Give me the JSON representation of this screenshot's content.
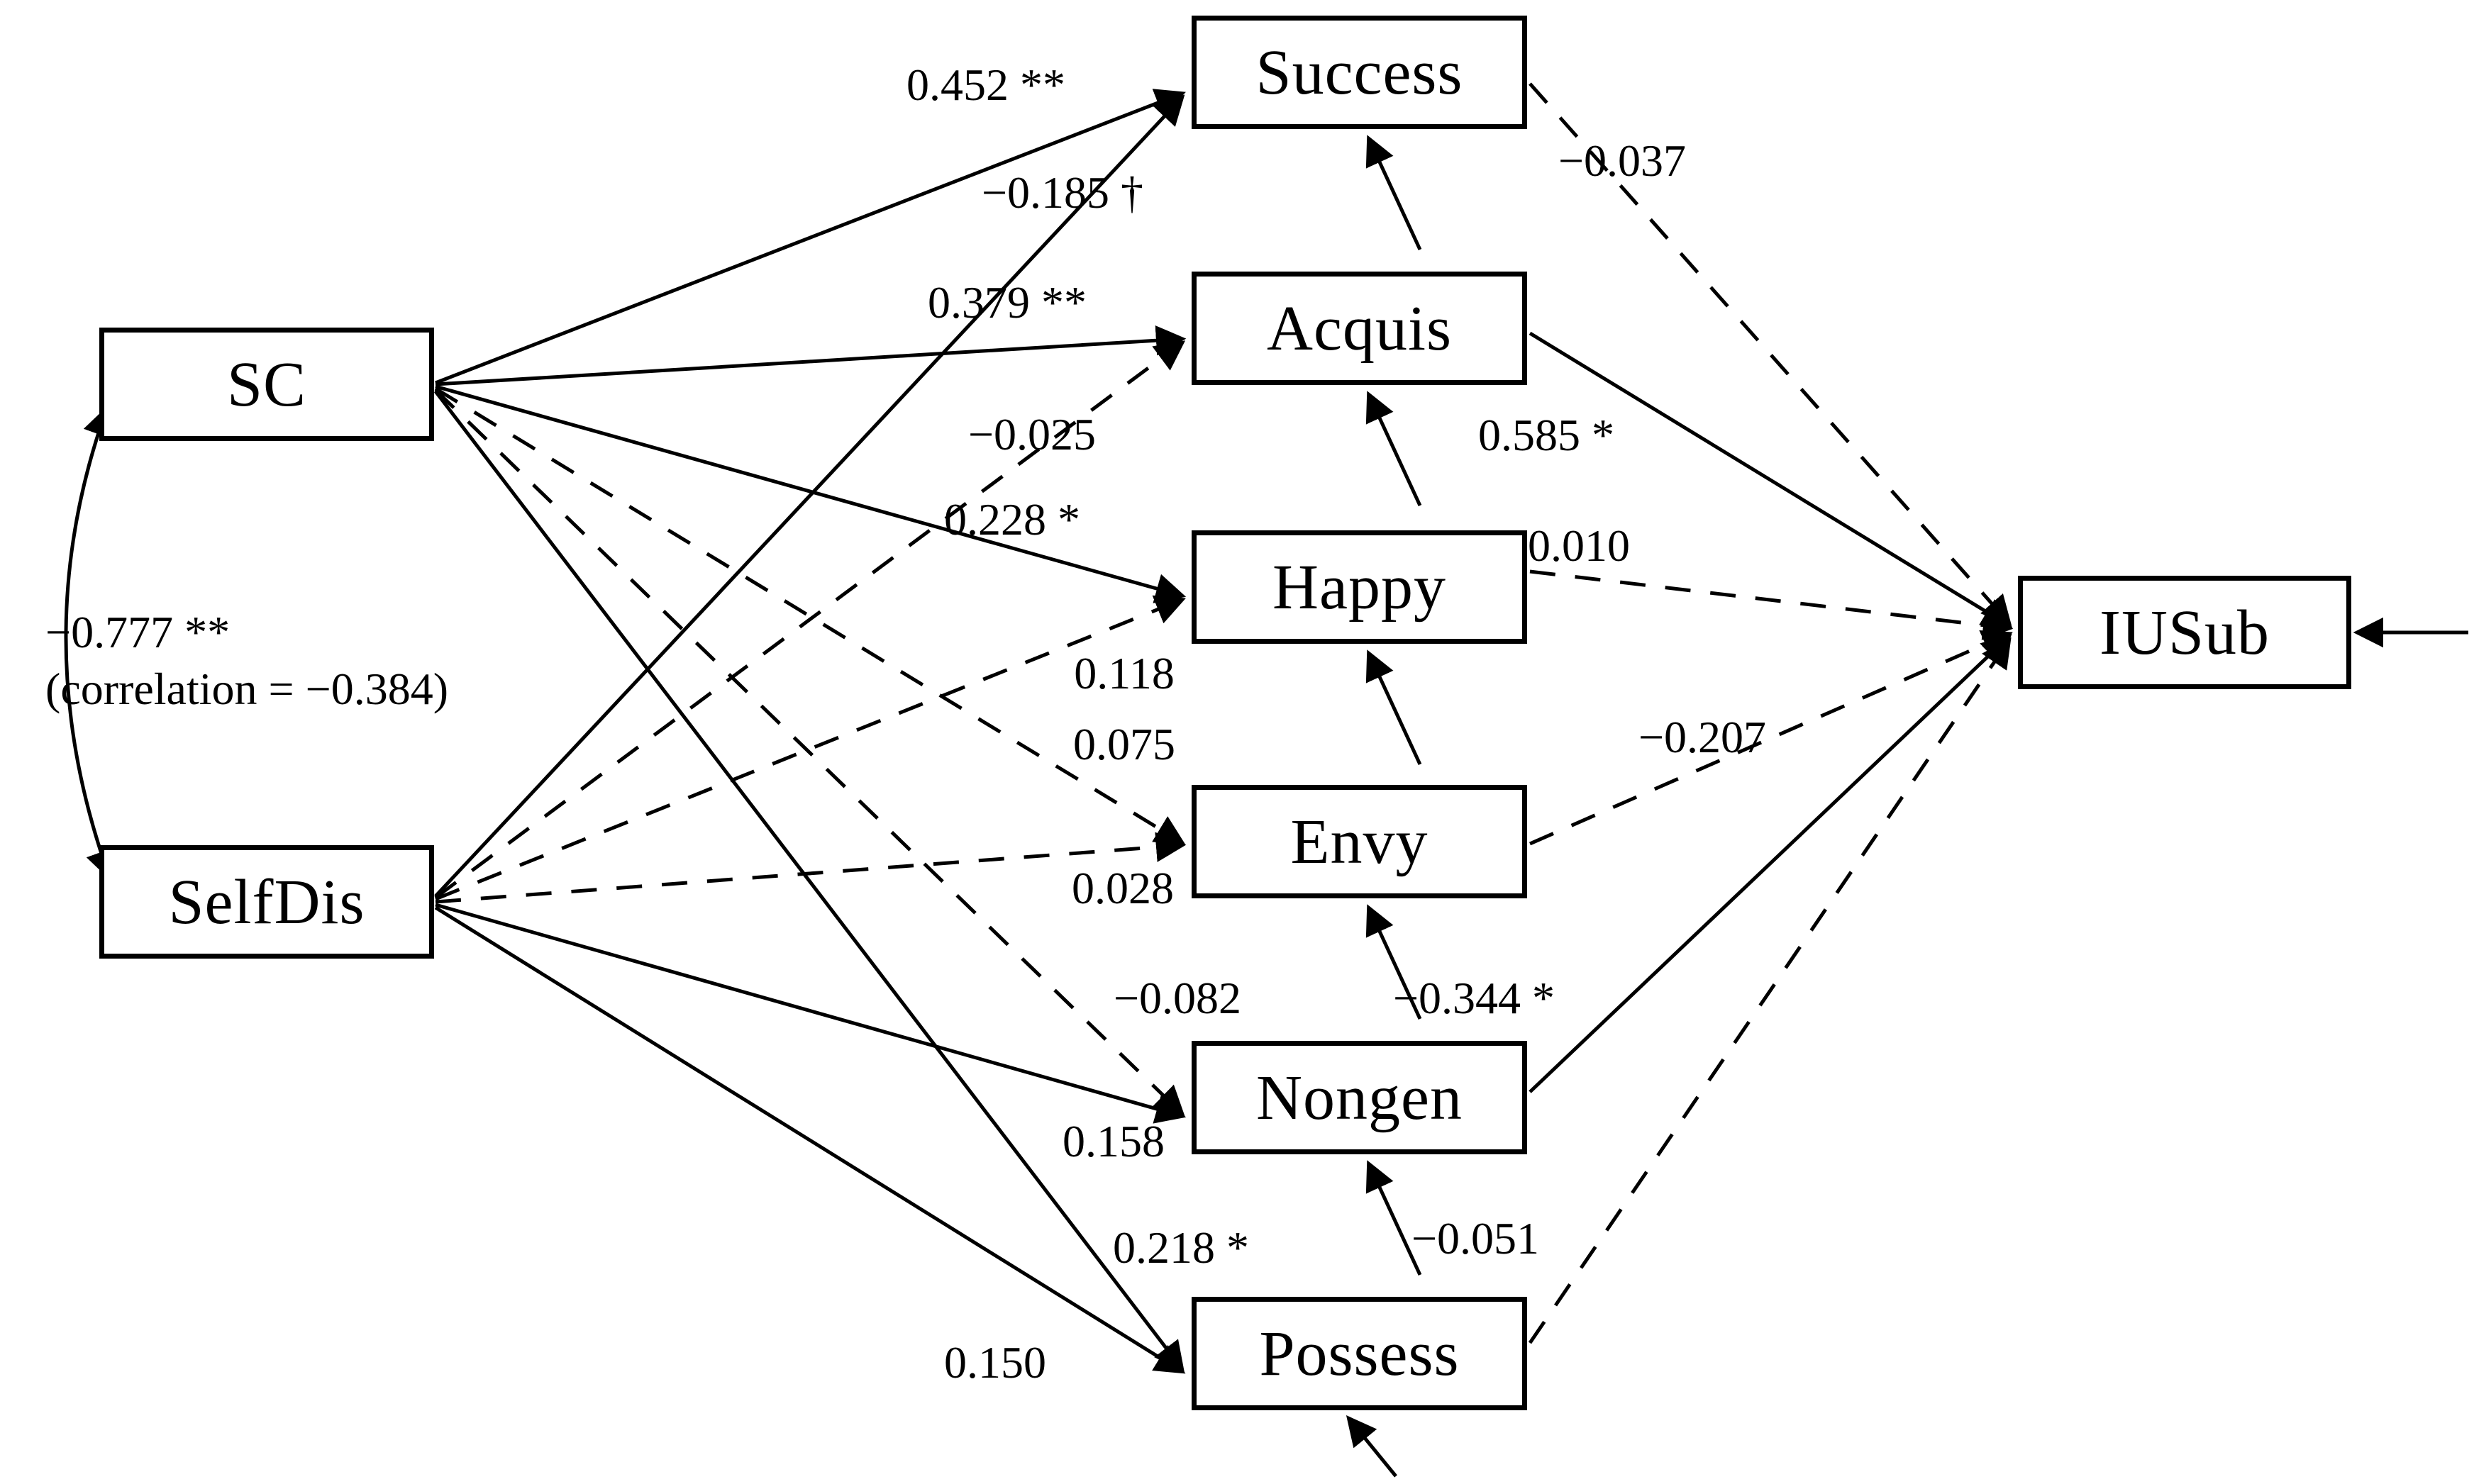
{
  "figure_type": "structural-equation-path-diagram",
  "style": {
    "ink": "#000000",
    "background": "#ffffff"
  },
  "nodes": {
    "sc": {
      "label": "SC"
    },
    "selfdis": {
      "label": "SelfDis"
    },
    "success": {
      "label": "Success"
    },
    "acquis": {
      "label": "Acquis"
    },
    "happy": {
      "label": "Happy"
    },
    "envy": {
      "label": "Envy"
    },
    "nongen": {
      "label": "Nongen"
    },
    "possess": {
      "label": "Possess"
    },
    "iusub": {
      "label": "IUSub"
    }
  },
  "correlation": {
    "coefficient": "−0.777 **",
    "note": "(correlation = −0.384)"
  },
  "paths": {
    "sc_success": {
      "from": "SC",
      "to": "Success",
      "label": "0.452 **",
      "style": "solid"
    },
    "selfdis_success": {
      "from": "SelfDis",
      "to": "Success",
      "label": "−0.185 †",
      "style": "solid"
    },
    "sc_acquis": {
      "from": "SC",
      "to": "Acquis",
      "label": "0.379 **",
      "style": "solid"
    },
    "selfdis_acquis": {
      "from": "SelfDis",
      "to": "Acquis",
      "label": "−0.025",
      "style": "dashed"
    },
    "sc_happy": {
      "from": "SC",
      "to": "Happy",
      "label": "0.228 *",
      "style": "solid"
    },
    "selfdis_happy": {
      "from": "SelfDis",
      "to": "Happy",
      "label": "0.118",
      "style": "dashed"
    },
    "sc_envy": {
      "from": "SC",
      "to": "Envy",
      "label": "0.075",
      "style": "dashed"
    },
    "selfdis_envy": {
      "from": "SelfDis",
      "to": "Envy",
      "label": "0.028",
      "style": "dashed"
    },
    "sc_nongen": {
      "from": "SC",
      "to": "Nongen",
      "label": "−0.082",
      "style": "dashed"
    },
    "selfdis_nongen": {
      "from": "SelfDis",
      "to": "Nongen",
      "label": "0.158",
      "style": "solid"
    },
    "sc_possess": {
      "from": "SC",
      "to": "Possess",
      "label": "0.218 *",
      "style": "solid"
    },
    "selfdis_possess": {
      "from": "SelfDis",
      "to": "Possess",
      "label": "0.150",
      "style": "solid"
    },
    "success_iusub": {
      "from": "Success",
      "to": "IUSub",
      "label": "−0.037",
      "style": "dashed"
    },
    "acquis_iusub": {
      "from": "Acquis",
      "to": "IUSub",
      "label": "0.585 *",
      "style": "solid"
    },
    "happy_iusub": {
      "from": "Happy",
      "to": "IUSub",
      "label": "0.010",
      "style": "dashed"
    },
    "envy_iusub": {
      "from": "Envy",
      "to": "IUSub",
      "label": "−0.207",
      "style": "dashed"
    },
    "nongen_iusub": {
      "from": "Nongen",
      "to": "IUSub",
      "label": "−0.344 *",
      "style": "solid"
    },
    "possess_iusub": {
      "from": "Possess",
      "to": "IUSub",
      "label": "−0.051",
      "style": "dashed"
    }
  }
}
